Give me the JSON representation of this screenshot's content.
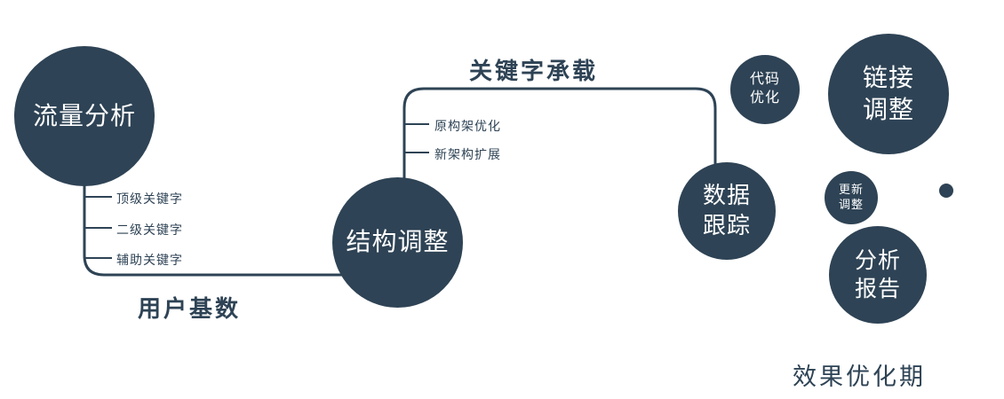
{
  "colors": {
    "primary": "#2e4355",
    "text_light": "#ffffff"
  },
  "nodes": {
    "traffic": {
      "label": "流量分析"
    },
    "structure": {
      "label": "结构调整"
    },
    "tracking": {
      "label": "数据\n跟踪"
    },
    "code": {
      "label": "代码\n优化"
    },
    "link": {
      "label": "链接\n调整"
    },
    "update": {
      "label": "更新\n调整"
    },
    "report": {
      "label": "分析\n报告"
    }
  },
  "edge_labels": {
    "user_base": "用户基数",
    "keyword_carry": "关键字承载"
  },
  "branch_labels": {
    "traffic": [
      "顶级关键字",
      "二级关键字",
      "辅助关键字"
    ],
    "structure": [
      "原构架优化",
      "新架构扩展"
    ]
  },
  "footer": "效果优化期"
}
